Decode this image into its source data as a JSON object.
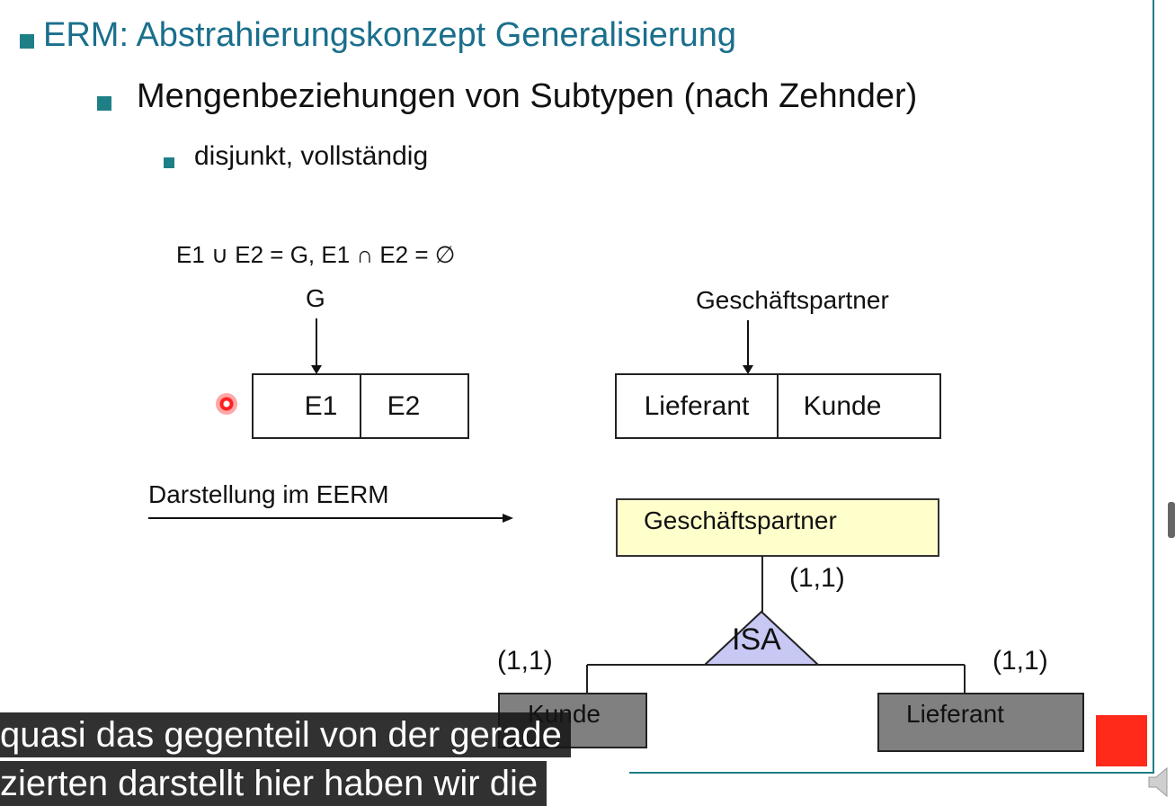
{
  "slide": {
    "title": "ERM: Abstrahierungskonzept Generalisierung",
    "subtitle": "Mengenbeziehungen von Subtypen (nach Zehnder)",
    "bullet3": "disjunkt, vollständig",
    "formula": "E1 ∪ E2 = G, E1 ∩ E2 = ∅"
  },
  "left_diagram": {
    "parent": "G",
    "child1": "E1",
    "child2": "E2"
  },
  "right_diagram": {
    "parent": "Geschäftspartner",
    "child1": "Lieferant",
    "child2": "Kunde"
  },
  "eerm": {
    "label": "Darstellung im EERM",
    "entity": "Geschäftspartner",
    "isa": "ISA",
    "card_top": "(1,1)",
    "card_left": "(1,1)",
    "card_right": "(1,1)",
    "sub_left": "Kunde",
    "sub_right": "Lieferant"
  },
  "captions": {
    "line1": "quasi das gegenteil von der gerade",
    "line2": "zierten darstellt hier haben wir die"
  },
  "colors": {
    "title": "#1a6f8c",
    "bullet": "#1f7f86",
    "entity_fill": "#ffffcc",
    "isa_fill": "#c8c8f4",
    "subtype_fill": "#808080",
    "red_square": "#ff2a1a"
  }
}
